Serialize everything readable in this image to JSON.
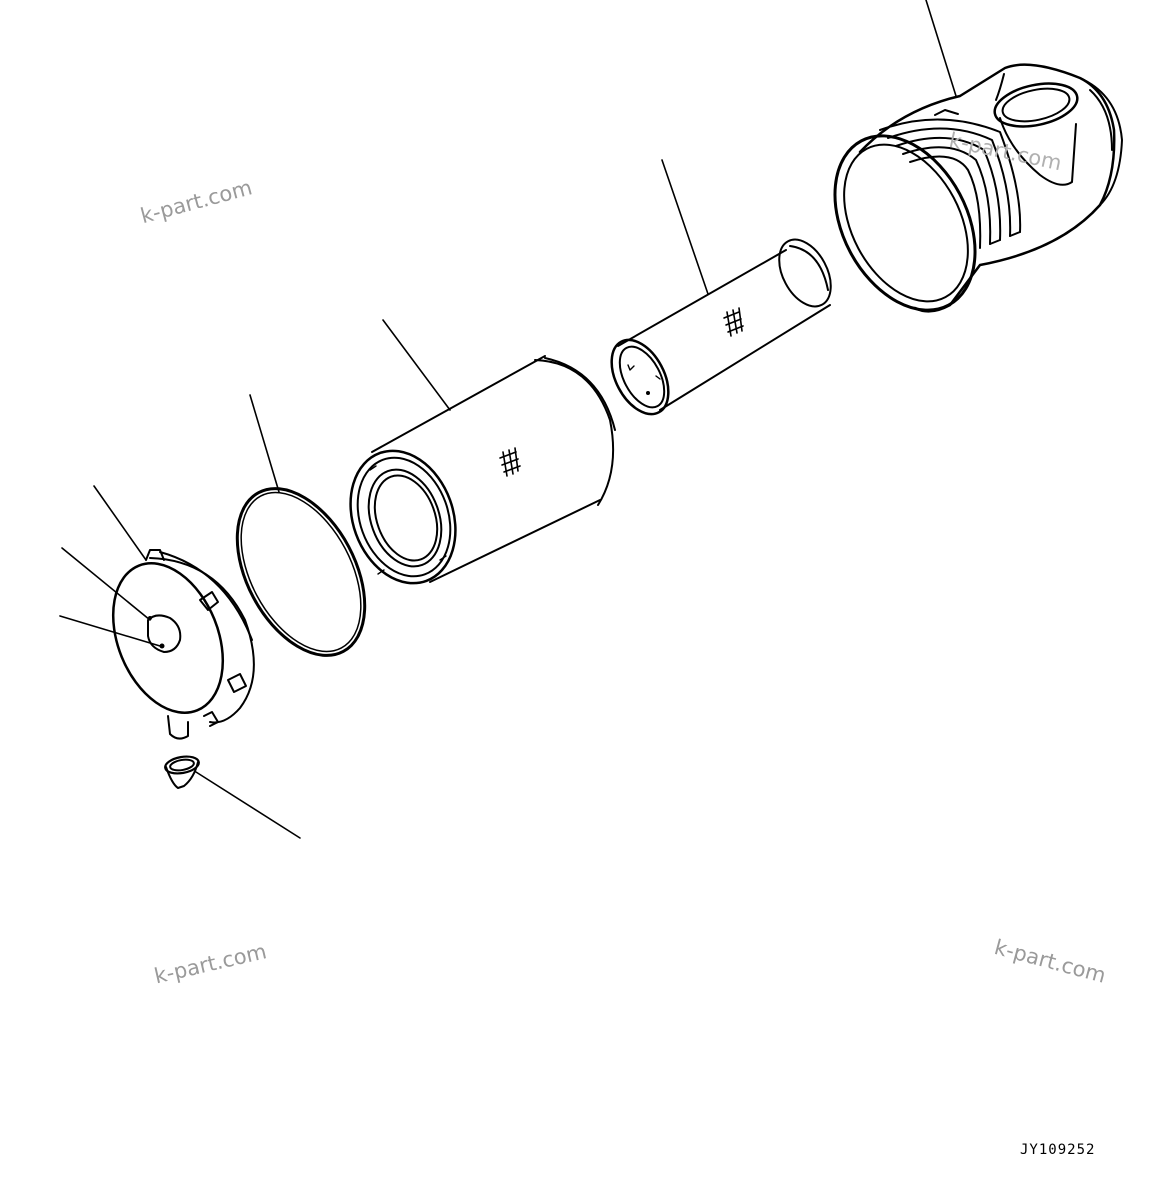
{
  "diagram": {
    "drawing_code": "JY109252",
    "watermark_text": "k-part.com",
    "line_color": "#000000",
    "background_color": "#ffffff",
    "watermark_color": "#9a9a9a",
    "parts": [
      "air-cleaner-housing",
      "inner-safety-element",
      "outer-filter-element",
      "o-ring-gasket",
      "end-cover",
      "cover-clamp",
      "cover-indicator-mark",
      "dust-evacuator-valve"
    ]
  }
}
